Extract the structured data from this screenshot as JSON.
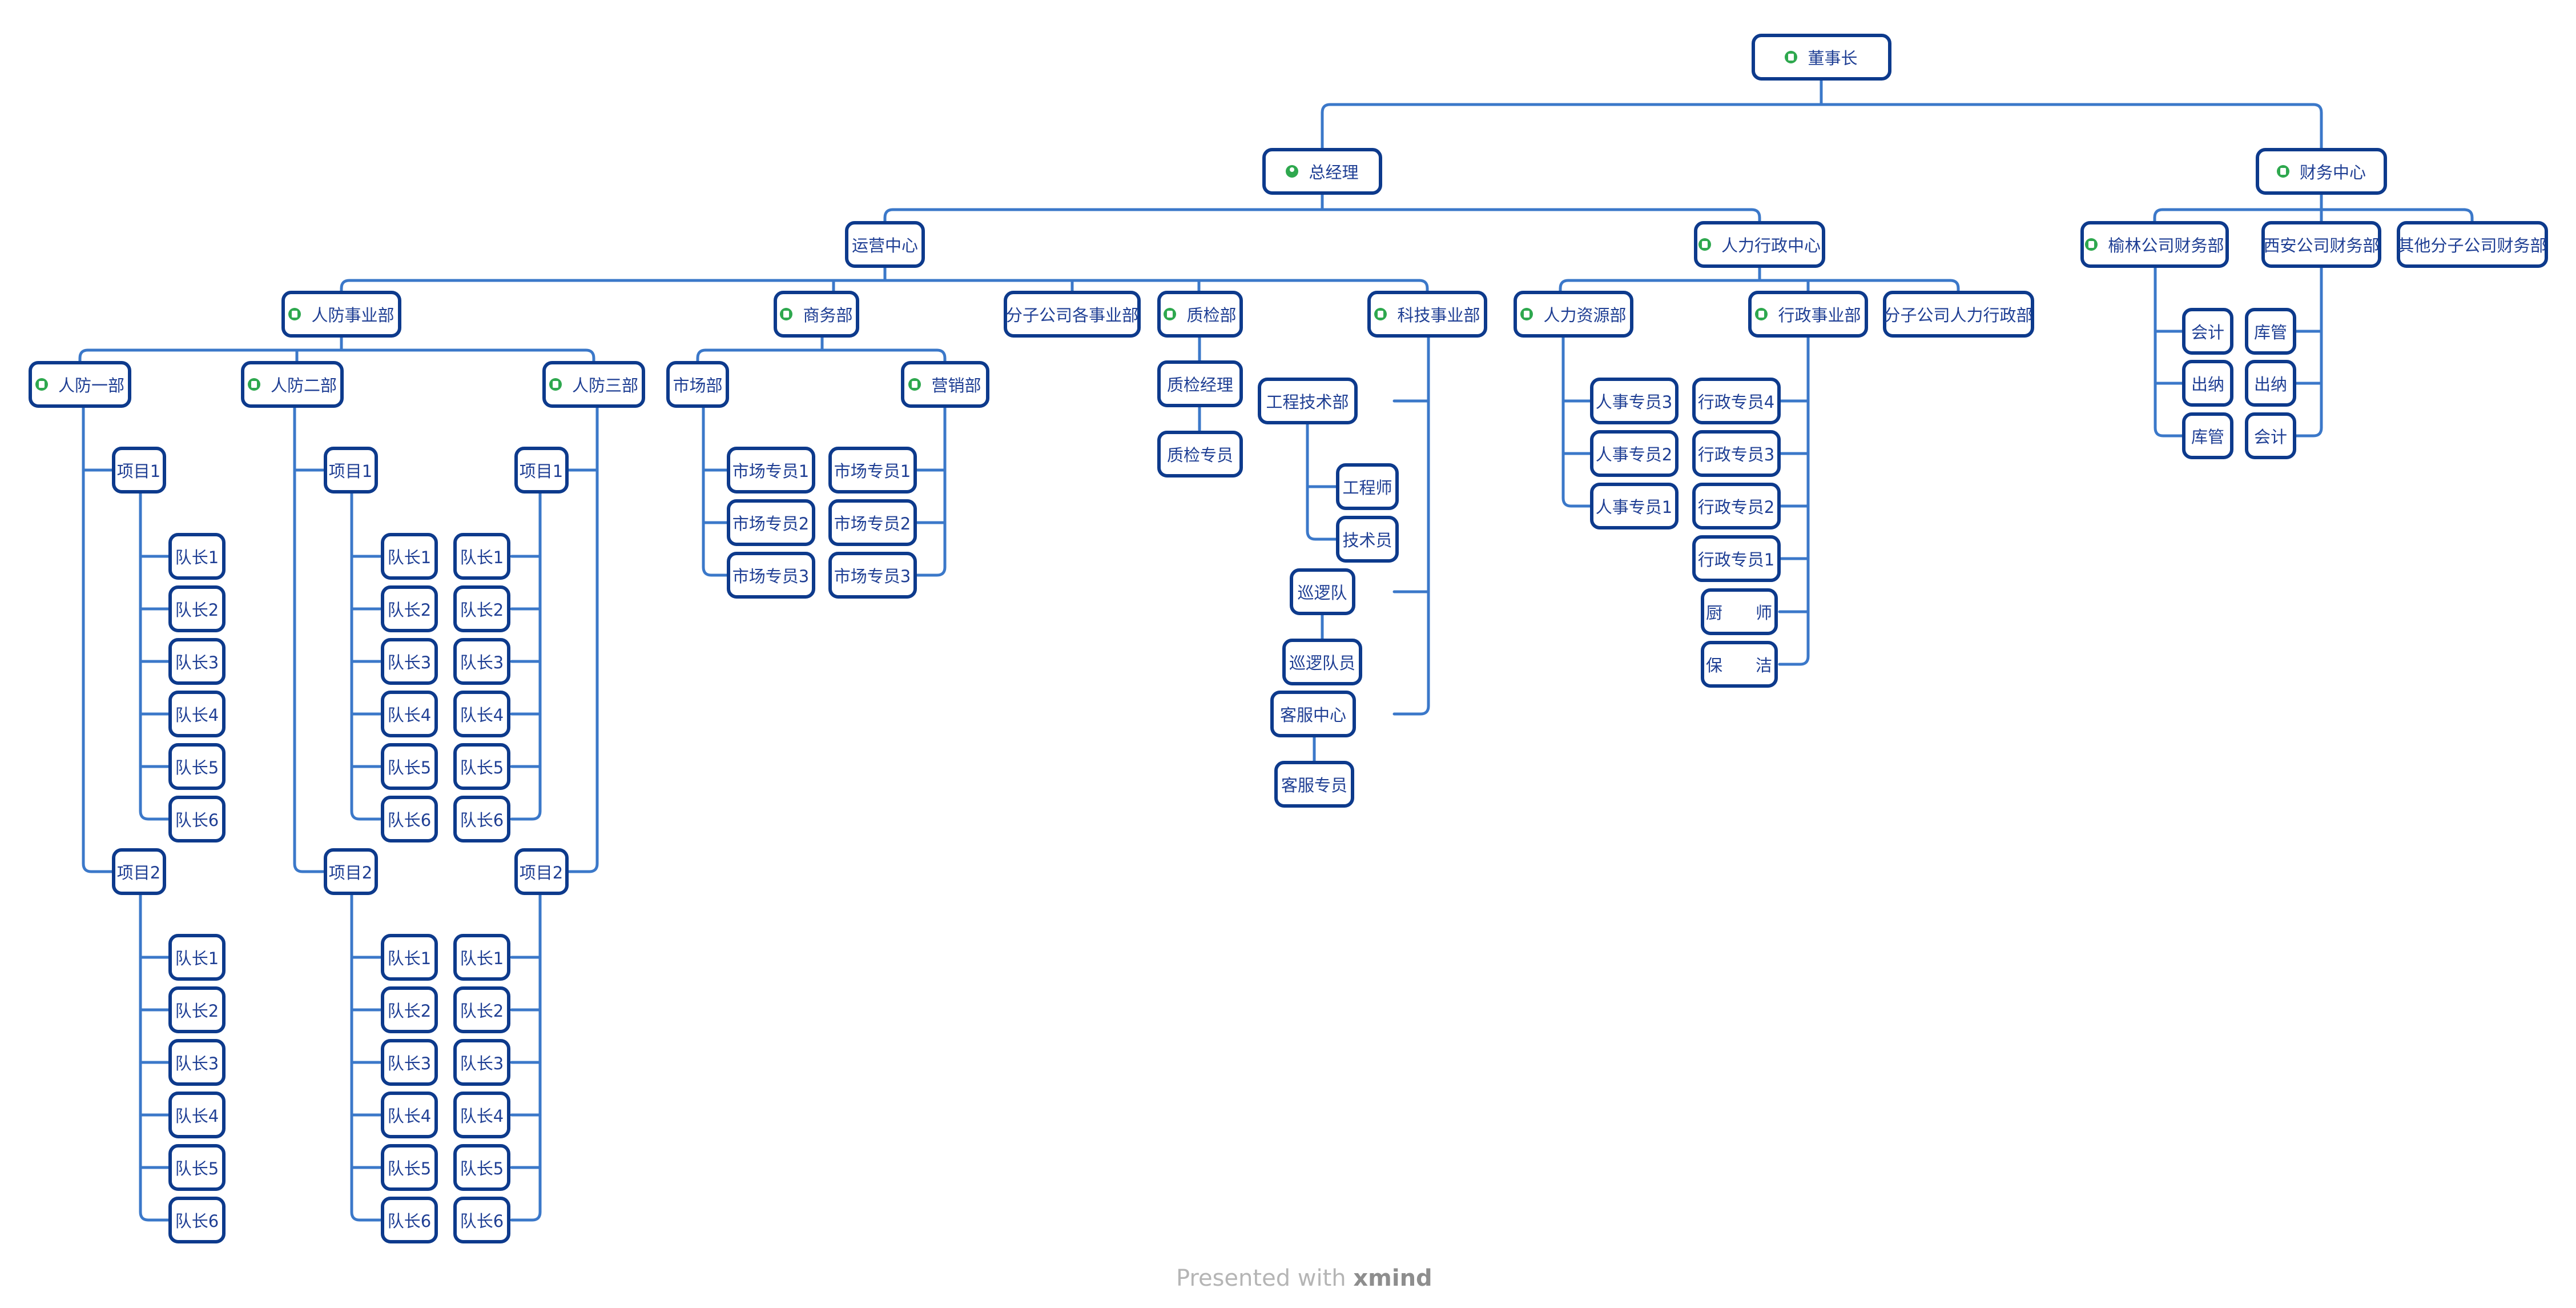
{
  "root": {
    "label": "董事长"
  },
  "general_manager": {
    "label": "总经理"
  },
  "finance_center": {
    "label": "财务中心"
  },
  "operations_center": {
    "label": "运营中心"
  },
  "hr_admin_center": {
    "label": "人力行政中心"
  },
  "finance_depts": [
    "榆林公司财务部",
    "西安公司财务部",
    "其他分子公司财务部"
  ],
  "finance_roles": {
    "yulin": [
      "会计",
      "出纳",
      "库管"
    ],
    "xian": [
      "库管",
      "出纳",
      "会计"
    ]
  },
  "civil_defense": {
    "label": "人防事业部",
    "sections": [
      "人防一部",
      "人防二部",
      "人防三部"
    ],
    "project1": "项目1",
    "project2": "项目2",
    "leaders": [
      "队长1",
      "队长2",
      "队长3",
      "队长4",
      "队长5",
      "队长6"
    ]
  },
  "business": {
    "label": "商务部",
    "market": "市场部",
    "sales": "营销部",
    "market_staff": [
      "市场专员1",
      "市场专员2",
      "市场专员3"
    ],
    "sales_staff": [
      "市场专员1",
      "市场专员2",
      "市场专员3"
    ]
  },
  "branch_business": {
    "label": "分子公司各事业部"
  },
  "quality": {
    "label": "质检部",
    "manager": "质检经理",
    "staff": "质检专员"
  },
  "tech": {
    "label": "科技事业部",
    "engineering": "工程技术部",
    "engineer": "工程师",
    "technician": "技术员",
    "patrol": "巡逻队",
    "patrol_member": "巡逻队员",
    "service": "客服中心",
    "service_staff": "客服专员"
  },
  "hr": {
    "label": "人力资源部",
    "staff": [
      "人事专员3",
      "人事专员2",
      "人事专员1"
    ]
  },
  "admin": {
    "label": "行政事业部",
    "staff": [
      "行政专员4",
      "行政专员3",
      "行政专员2",
      "行政专员1",
      "厨　　师",
      "保　　洁"
    ]
  },
  "branch_hr": {
    "label": "分子公司人力行政部"
  },
  "footer": {
    "presented": "Presented with",
    "brand": "xmind"
  },
  "colors": {
    "line": "#3b78c9",
    "border": "#0d3a8c",
    "text": "#1f3f94",
    "icon": "#2ea84e"
  }
}
